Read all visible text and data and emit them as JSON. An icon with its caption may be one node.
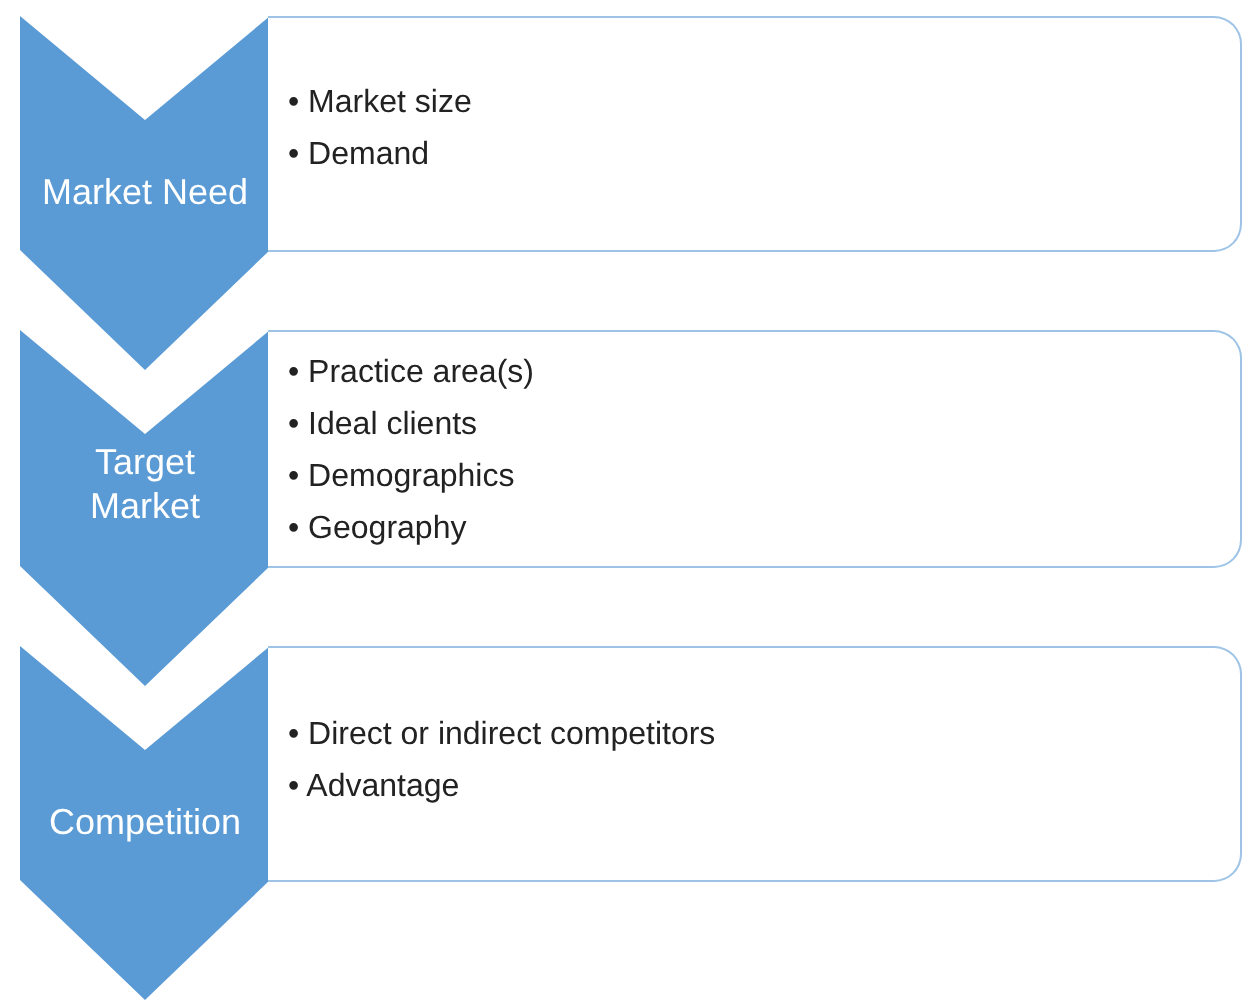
{
  "diagram": {
    "nodes": [
      {
        "text": [
          "Market Need"
        ]
      },
      {
        "text": [
          "• Market size",
          "• Demand"
        ]
      },
      {
        "text": [
          "Target Market"
        ]
      },
      {
        "text": [
          "• Practice area(s)",
          "• Ideal clients",
          "• Demographics",
          "• Geography"
        ]
      },
      {
        "text": [
          "Competition"
        ]
      },
      {
        "text": [
          "• Direct or indirect competitors",
          "• Advantage"
        ]
      }
    ]
  }
}
